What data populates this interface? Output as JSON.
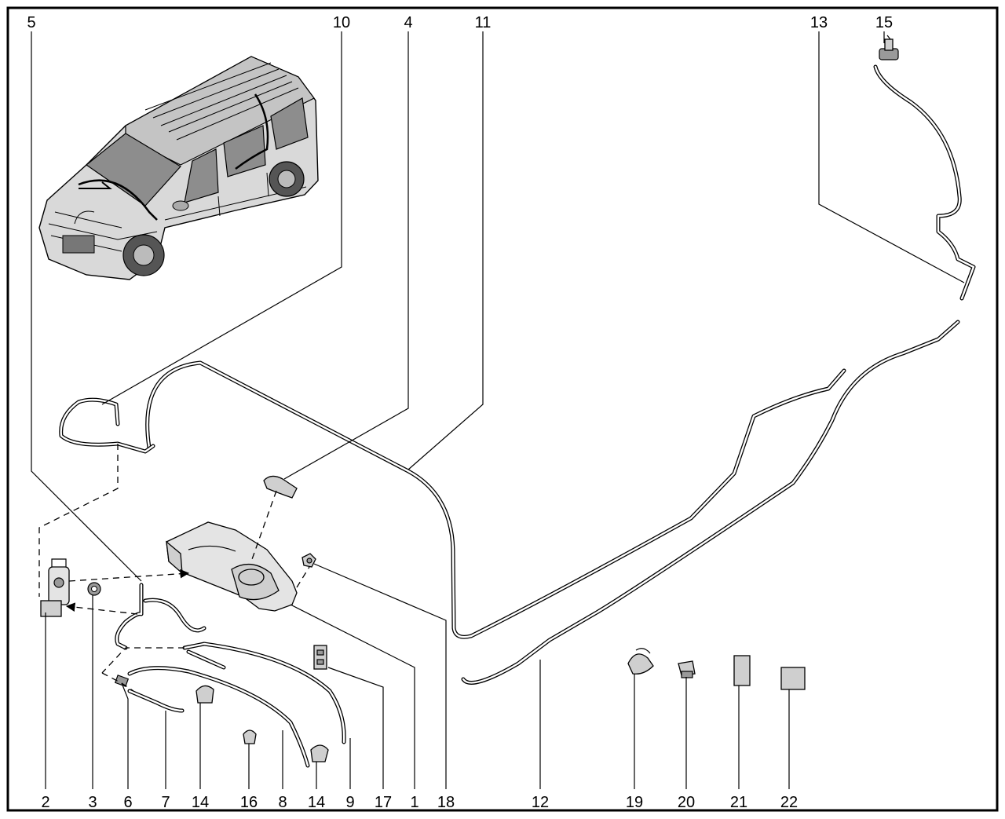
{
  "diagram": {
    "title": "Windshield and rear window washer system - exploded parts diagram",
    "callouts_top": [
      "5",
      "10",
      "4",
      "11",
      "13",
      "15"
    ],
    "callouts_bottom": [
      "2",
      "3",
      "6",
      "7",
      "14",
      "16",
      "8",
      "14",
      "9",
      "17",
      "1",
      "18",
      "12",
      "19",
      "20",
      "21",
      "22"
    ]
  }
}
